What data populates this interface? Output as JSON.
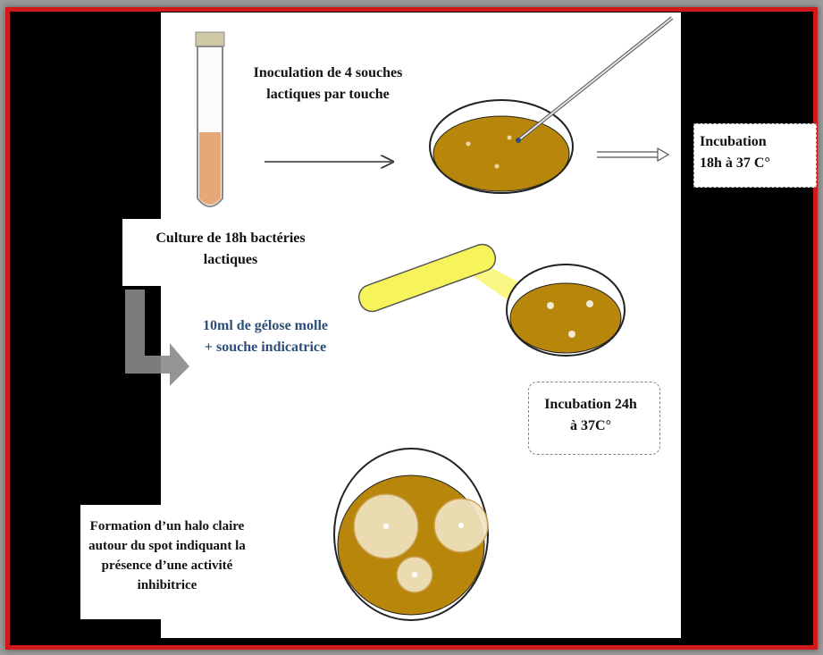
{
  "steps": {
    "inoculation": "Inoculation de 4 souches lactiques par touche",
    "incubation1": "Incubation 18h à 37 C°",
    "culture": "Culture de 18h bactéries lactiques",
    "gelose": "10ml de gélose molle + souche indicatrice",
    "incubation2": "Incubation 24h à 37C°",
    "halo": "Formation d’un halo claire autour du spot indiquant la présence d’une activité inhibitrice"
  },
  "colors": {
    "frame_border": "#d3181a",
    "agar": "#b8860b",
    "culture_liquid": "#e6a878",
    "soft_agar": "#f7f35a",
    "arrow_gray": "#8a8a8a",
    "label_blue": "#2c4e78"
  }
}
